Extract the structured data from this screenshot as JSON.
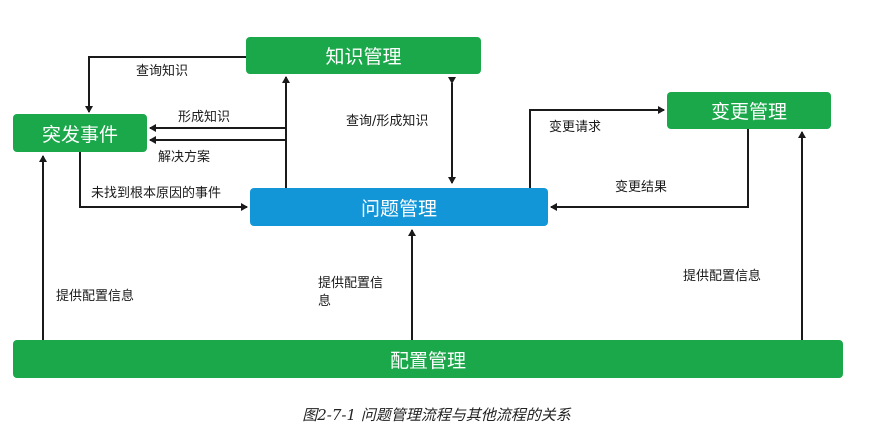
{
  "nodes": {
    "knowledge": "知识管理",
    "incident": "突发事件",
    "problem": "问题管理",
    "change": "变更管理",
    "config": "配置管理"
  },
  "edges": {
    "query_knowledge": "查询知识",
    "form_knowledge": "形成知识",
    "solution": "解决方案",
    "no_root_cause": "未找到根本原因的事件",
    "query_form_knowledge": "查询/形成知识",
    "change_request": "变更请求",
    "change_result": "变更结果",
    "config_info_left": "提供配置信息",
    "config_info_mid_line1": "提供配置信",
    "config_info_mid_line2": "息",
    "config_info_right": "提供配置信息"
  },
  "caption": "图2-7-1 问题管理流程与其他流程的关系",
  "colors": {
    "node_green": "#1aa84a",
    "node_blue": "#1296d8",
    "arrow": "#1a1a1a"
  }
}
